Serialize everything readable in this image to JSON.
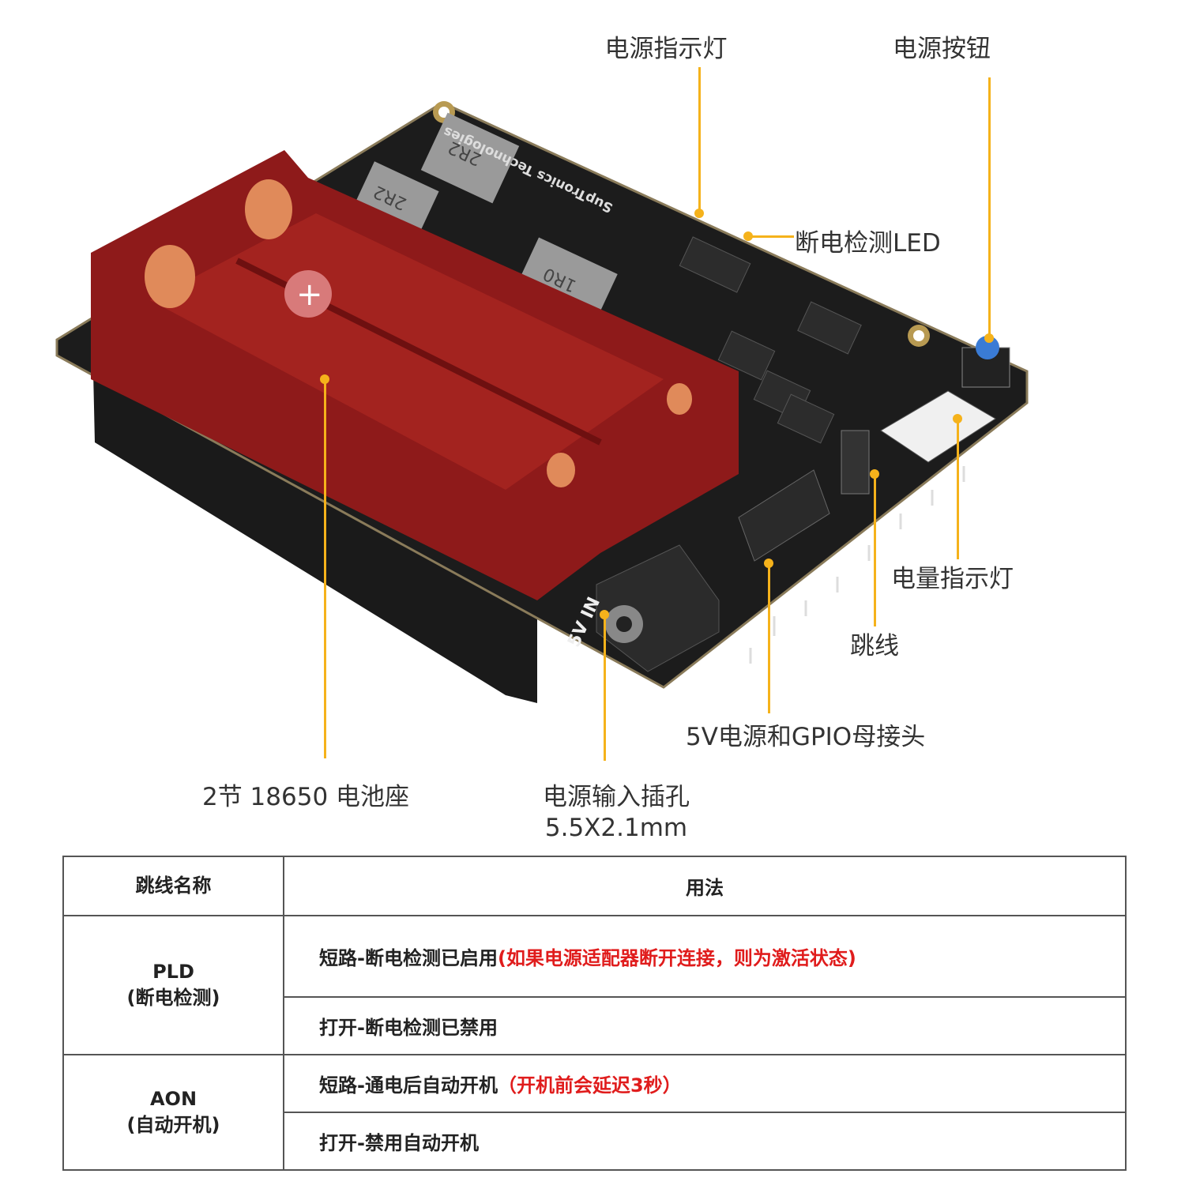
{
  "callouts": {
    "power_led": "电源指示灯",
    "power_button": "电源按钮",
    "pld_led": "断电检测LED",
    "battery_led": "电量指示灯",
    "jumper": "跳线",
    "gpio_header": "5V电源和GPIO母接头",
    "battery_holder": "2节 18650 电池座",
    "power_jack": "电源输入插孔",
    "power_jack_size": "5.5X2.1mm"
  },
  "board_silkscreen": {
    "brand": "SupTronics Technologies",
    "input": "5V IN",
    "inductor_1": "2R2",
    "inductor_2": "2R2",
    "inductor_3": "1R0"
  },
  "colors": {
    "leader": "#f5b21b",
    "battery_holder": "#8e1a1a",
    "pcb": "#1c1c1c",
    "emphasis": "#e01c1c"
  },
  "table": {
    "header_name": "跳线名称",
    "header_usage": "用法",
    "rows": [
      {
        "name": "PLD",
        "name_sub": "(断电检测)",
        "short": "短路-断电检测已启用",
        "short_note": "(如果电源适配器断开连接，则为激活状态)",
        "open": "打开-断电检测已禁用"
      },
      {
        "name": "AON",
        "name_sub": "(自动开机)",
        "short": "短路-通电后自动开机",
        "short_note": "（开机前会延迟3秒）",
        "open": "打开-禁用自动开机"
      }
    ]
  }
}
